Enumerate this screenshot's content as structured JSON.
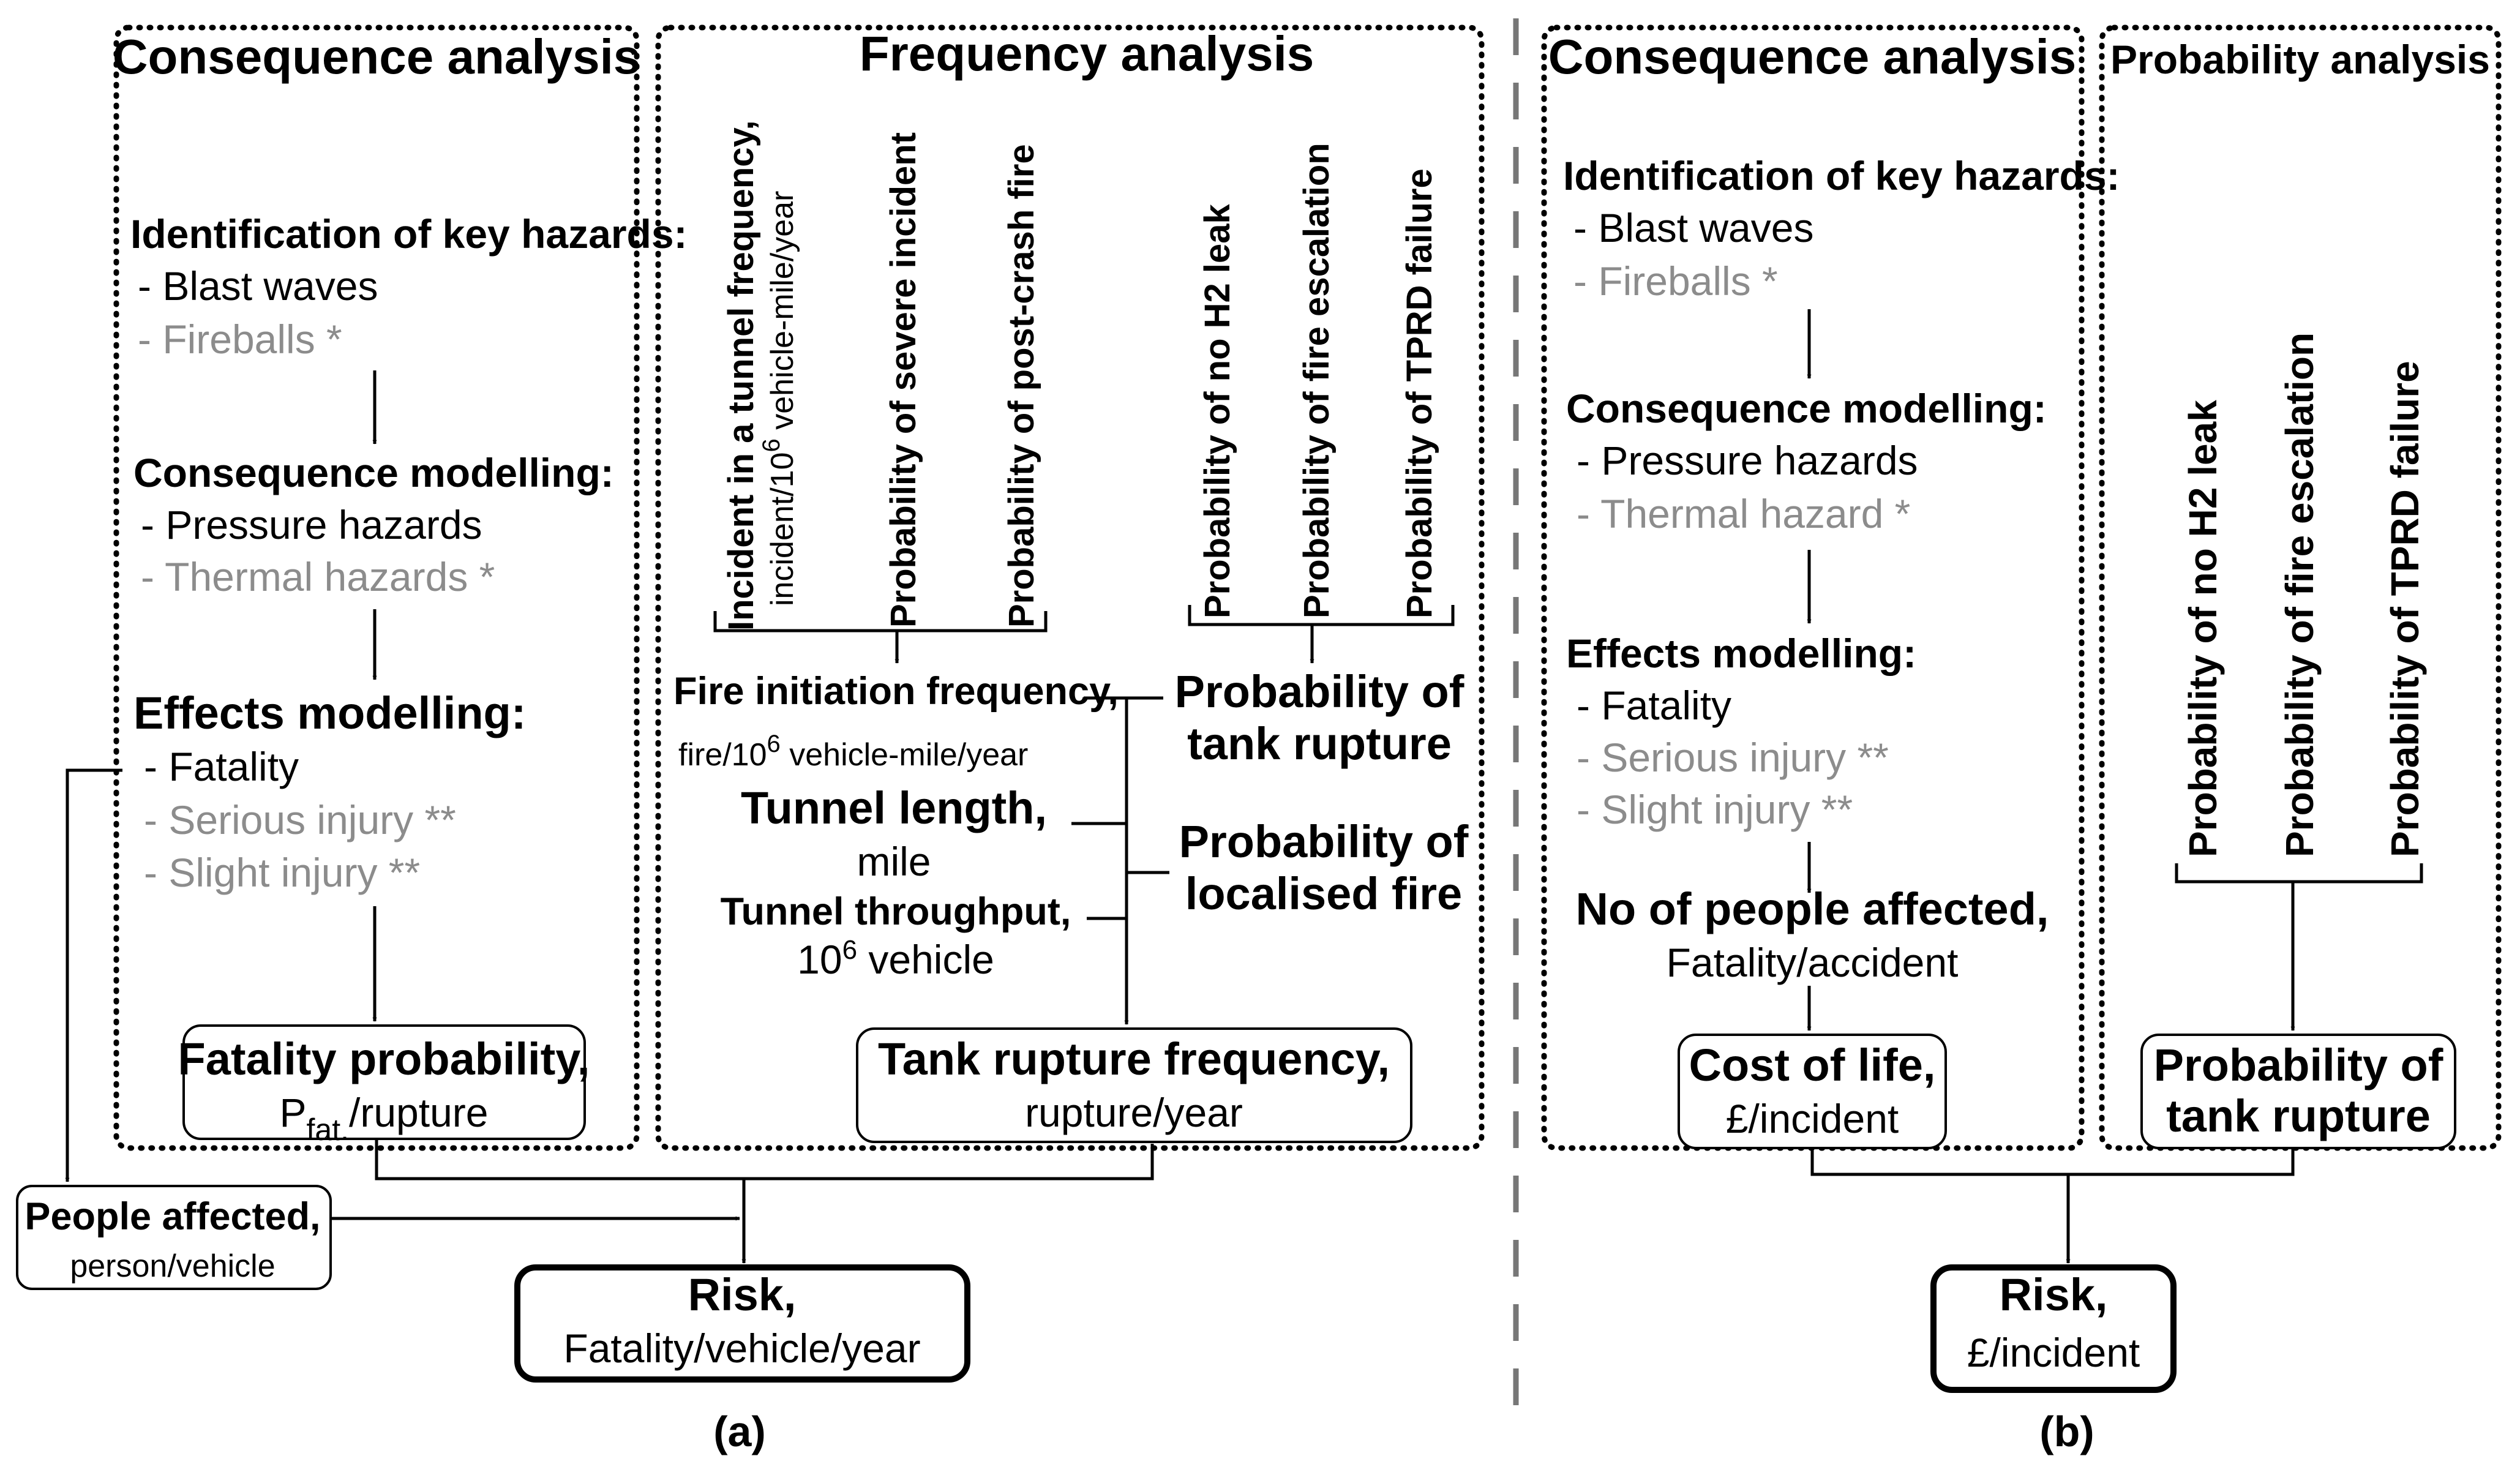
{
  "panel_a": {
    "consequence": {
      "title": "Consequence analysis",
      "identification_heading": "Identification of key hazards:",
      "blast_waves": "- Blast waves",
      "fireballs": "- Fireballs *",
      "modelling_heading": "Consequence modelling:",
      "pressure_hazards": "- Pressure hazards",
      "thermal_hazards": "- Thermal hazards *",
      "effects_heading": "Effects modelling:",
      "fatality": "- Fatality",
      "serious_injury": "- Serious injury **",
      "slight_injury": "- Slight injury **",
      "fatality_probability_line1": "Fatality probability,",
      "fatality_probability_p": "P",
      "fatality_probability_sub": "fat.",
      "fatality_probability_unit": "/rupture"
    },
    "frequency": {
      "title": "Frequency analysis",
      "incident_line1": "Incident in a tunnel frequency,",
      "incident_line2_a": "incident/10",
      "incident_line2_sup": "6",
      "incident_line2_b": " vehicle-mile/year",
      "severe_incident": "Probability of severe incident",
      "post_crash_fire": "Probability of post-crash fire",
      "no_h2_leak": "Probability of no H2 leak",
      "fire_escalation": "Probability of fire escalation",
      "tprd_failure": "Probability of TPRD failure",
      "fire_initiation_line1": "Fire initiation frequency,",
      "fire_initiation_line2_a": "fire/10",
      "fire_initiation_line2_sup": "6",
      "fire_initiation_line2_b": " vehicle-mile/year",
      "tunnel_length_line1": "Tunnel length,",
      "tunnel_length_line2": "mile",
      "tunnel_throughput_line1": "Tunnel throughput,",
      "tunnel_throughput_line2_a": "10",
      "tunnel_throughput_line2_sup": "6",
      "tunnel_throughput_line2_b": " vehicle",
      "tank_rupture_prob_line1": "Probability of",
      "tank_rupture_prob_line2": "tank rupture",
      "localised_fire_line1": "Probability of",
      "localised_fire_line2": "localised fire",
      "tank_rupture_freq_line1": "Tank rupture frequency,",
      "tank_rupture_freq_line2": "rupture/year"
    },
    "people_affected_line1": "People affected,",
    "people_affected_line2": "person/vehicle",
    "risk_line1": "Risk,",
    "risk_line2": "Fatality/vehicle/year",
    "label": "(a)"
  },
  "panel_b": {
    "consequence": {
      "title": "Consequence analysis",
      "identification_heading": "Identification of key hazards:",
      "blast_waves": "- Blast waves",
      "fireballs": "- Fireballs *",
      "modelling_heading": "Consequence modelling:",
      "pressure_hazards": "- Pressure hazards",
      "thermal_hazard": "- Thermal hazard *",
      "effects_heading": "Effects modelling:",
      "fatality": "- Fatality",
      "serious_injury": "- Serious injury **",
      "slight_injury": "- Slight injury **",
      "people_affected_line1": "No of people affected,",
      "people_affected_line2": "Fatality/accident",
      "cost_of_life_line1": "Cost of life,",
      "cost_of_life_line2": "£/incident"
    },
    "probability": {
      "title": "Probability analysis",
      "no_h2_leak": "Probability of no H2 leak",
      "fire_escalation": "Probability of fire escalation",
      "tprd_failure": "Probability of TPRD failure",
      "tank_rupture_line1": "Probability of",
      "tank_rupture_line2": "tank rupture"
    },
    "risk_line1": "Risk,",
    "risk_line2": "£/incident",
    "label": "(b)"
  },
  "colors": {
    "ink": "#000000",
    "muted_text": "#8c8c8c",
    "divider": "#777777"
  }
}
